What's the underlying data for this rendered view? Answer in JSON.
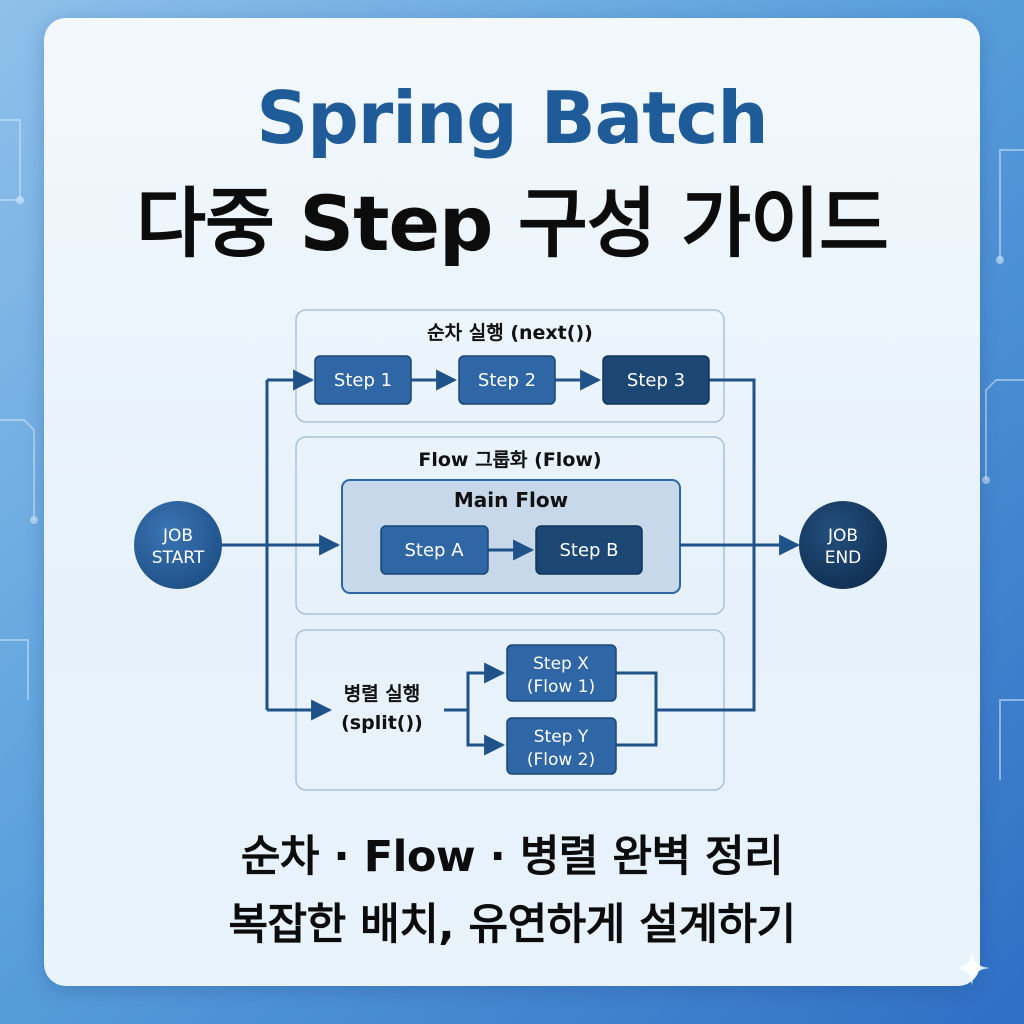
{
  "title": {
    "line1": "Spring Batch",
    "line2": "다중 Step 구성 가이드"
  },
  "diagram": {
    "job_start": [
      "JOB",
      "START"
    ],
    "job_end": [
      "JOB",
      "END"
    ],
    "sequential": {
      "label": "순차 실행 (next())",
      "steps": [
        "Step 1",
        "Step 2",
        "Step 3"
      ]
    },
    "flow": {
      "label": "Flow 그룹화 (Flow)",
      "main_flow_label": "Main Flow",
      "steps": [
        "Step A",
        "Step B"
      ]
    },
    "parallel": {
      "label": [
        "병렬 실행",
        "(split())"
      ],
      "step_x": [
        "Step X",
        "(Flow 1)"
      ],
      "step_y": [
        "Step Y",
        "(Flow 2)"
      ]
    }
  },
  "subtitle": {
    "line1": "순차 · Flow · 병렬 완벽 정리",
    "line2": "복잡한 배치, 유연하게 설계하기"
  },
  "colors": {
    "title_blue": "#1f5b98",
    "box_mid": "#2f66a6",
    "box_dark": "#1c4673",
    "line": "#1f5288"
  }
}
